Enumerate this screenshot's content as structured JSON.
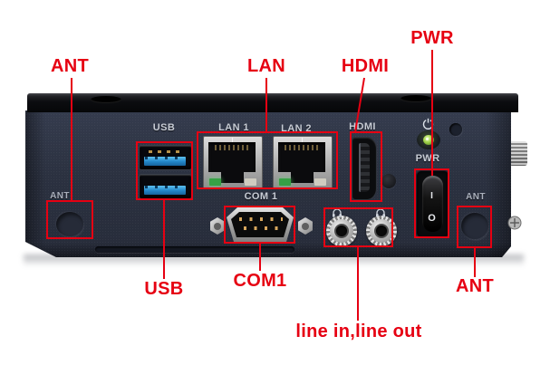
{
  "colors": {
    "annotation_red": "#e60012",
    "case_navy": "#2b3140",
    "lid_black": "#0d0e12",
    "usb_blue": "#2e9ae0",
    "led_green": "#8bc63f",
    "panel_label_white": "#c7ccd5",
    "background": "#ffffff"
  },
  "callouts": {
    "ant_left": "ANT",
    "lan": "LAN",
    "hdmi": "HDMI",
    "pwr": "PWR",
    "usb": "USB",
    "com1": "COM1",
    "line_in_out": "line in,line out",
    "ant_right": "ANT"
  },
  "panel_labels": {
    "usb": "USB",
    "lan1": "LAN 1",
    "lan2": "LAN 2",
    "hdmi": "HDMI",
    "pwr": "PWR",
    "com1": "COM 1",
    "ant_left": "ANT",
    "ant_right": "ANT"
  },
  "power_switch": {
    "on": "I",
    "off": "O"
  }
}
